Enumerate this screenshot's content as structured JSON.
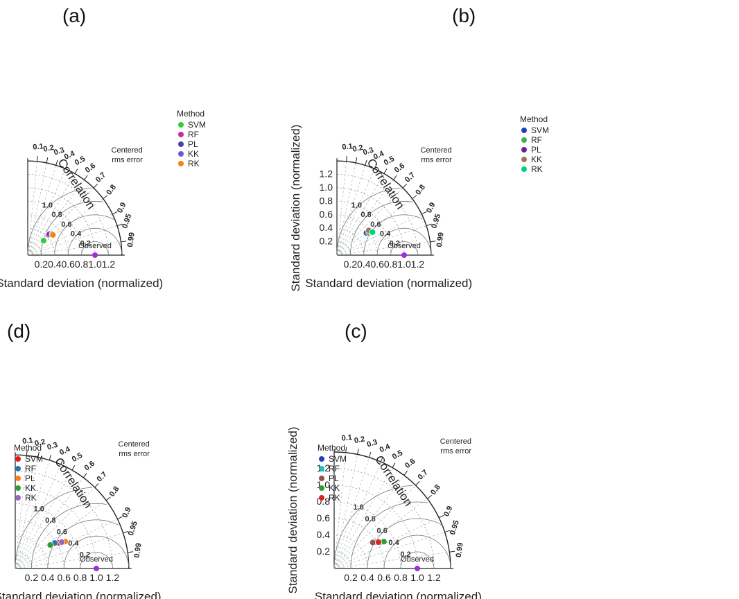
{
  "figure": {
    "axis_title_std": "Standard deviation (normalized)",
    "axis_title_std_left": "Standard deviation (normalized)",
    "corr_title": "Correlation",
    "rms_title_line1": "Centered",
    "rms_title_line2": "rms error",
    "legend_title": "Method",
    "observed_label": "Observed"
  },
  "chart_data": [
    {
      "type": "taylor",
      "panel_label": "(a)",
      "ylim": [
        0,
        1.4
      ],
      "std_ticks": [
        "0.2",
        "0.4",
        "0.6",
        "0.8",
        "1.0",
        "1.2"
      ],
      "corr_ticks": [
        "0.1",
        "0.2",
        "0.3",
        "0.4",
        "0.5",
        "0.6",
        "0.7",
        "0.8",
        "0.9",
        "0.95",
        "0.99"
      ],
      "rms_ticks": [
        "0.2",
        "0.4",
        "0.6",
        "0.8",
        "1.0"
      ],
      "series": [
        {
          "name": "SVM",
          "color": "#2ecc40",
          "std": 0.32,
          "corr": 0.74
        },
        {
          "name": "RF",
          "color": "#c62ca0",
          "std": 0.43,
          "corr": 0.71
        },
        {
          "name": "PL",
          "color": "#4b3fa8",
          "std": 0.45,
          "corr": 0.72
        },
        {
          "name": "KK",
          "color": "#6a5acd",
          "std": 0.48,
          "corr": 0.76
        },
        {
          "name": "RK",
          "color": "#ff7f0e",
          "std": 0.48,
          "corr": 0.78
        }
      ]
    },
    {
      "type": "taylor",
      "panel_label": "(b)",
      "ylim": [
        0,
        1.4
      ],
      "std_ticks": [
        "0.2",
        "0.4",
        "0.6",
        "0.8",
        "1.0",
        "1.2"
      ],
      "corr_ticks": [
        "0.1",
        "0.2",
        "0.3",
        "0.4",
        "0.5",
        "0.6",
        "0.7",
        "0.8",
        "0.9",
        "0.95",
        "0.99"
      ],
      "rms_ticks": [
        "0.2",
        "0.4",
        "0.6",
        "0.8",
        "1.0"
      ],
      "series": [
        {
          "name": "SVM",
          "color": "#1f3fbf",
          "std": 0.55,
          "corr": 0.8
        },
        {
          "name": "RF",
          "color": "#3cb44b",
          "std": 0.58,
          "corr": 0.82
        },
        {
          "name": "PL",
          "color": "#6a1fa0",
          "std": 0.62,
          "corr": 0.83
        },
        {
          "name": "KK",
          "color": "#a07850",
          "std": 0.6,
          "corr": 0.79
        },
        {
          "name": "RK",
          "color": "#00d084",
          "std": 0.63,
          "corr": 0.84
        }
      ]
    },
    {
      "type": "taylor",
      "panel_label": "(d)",
      "ylim": [
        0,
        1.4
      ],
      "std_ticks": [
        "0.2",
        "0.4",
        "0.6",
        "0.8",
        "1.0",
        "1.2"
      ],
      "corr_ticks": [
        "0.1",
        "0.2",
        "0.3",
        "0.4",
        "0.5",
        "0.6",
        "0.7",
        "0.8",
        "0.9",
        "0.95",
        "0.99"
      ],
      "rms_ticks": [
        "0.2",
        "0.4",
        "0.6",
        "0.8",
        "1.0"
      ],
      "series": [
        {
          "name": "SVM",
          "color": "#e41a1c",
          "std": 0.62,
          "corr": 0.86
        },
        {
          "name": "RF",
          "color": "#1f77b4",
          "std": 0.58,
          "corr": 0.84
        },
        {
          "name": "PL",
          "color": "#ff7f0e",
          "std": 0.7,
          "corr": 0.88
        },
        {
          "name": "KK",
          "color": "#2ca02c",
          "std": 0.52,
          "corr": 0.83
        },
        {
          "name": "RK",
          "color": "#9467bd",
          "std": 0.66,
          "corr": 0.87
        }
      ]
    },
    {
      "type": "taylor",
      "panel_label": "(c)",
      "ylim": [
        0,
        1.4
      ],
      "std_ticks": [
        "0.2",
        "0.4",
        "0.6",
        "0.8",
        "1.0",
        "1.2"
      ],
      "corr_ticks": [
        "0.1",
        "0.2",
        "0.3",
        "0.4",
        "0.5",
        "0.6",
        "0.7",
        "0.8",
        "0.9",
        "0.95",
        "0.99"
      ],
      "rms_ticks": [
        "0.2",
        "0.4",
        "0.6",
        "0.8",
        "1.0"
      ],
      "series": [
        {
          "name": "SVM",
          "color": "#1f3fbf",
          "std": 0.6,
          "corr": 0.85
        },
        {
          "name": "RF",
          "color": "#17becf",
          "std": 0.64,
          "corr": 0.87
        },
        {
          "name": "PL",
          "color": "#8c564b",
          "std": 0.56,
          "corr": 0.83
        },
        {
          "name": "KK",
          "color": "#2ca02c",
          "std": 0.68,
          "corr": 0.88
        },
        {
          "name": "RK",
          "color": "#d62728",
          "std": 0.62,
          "corr": 0.86
        }
      ]
    }
  ]
}
